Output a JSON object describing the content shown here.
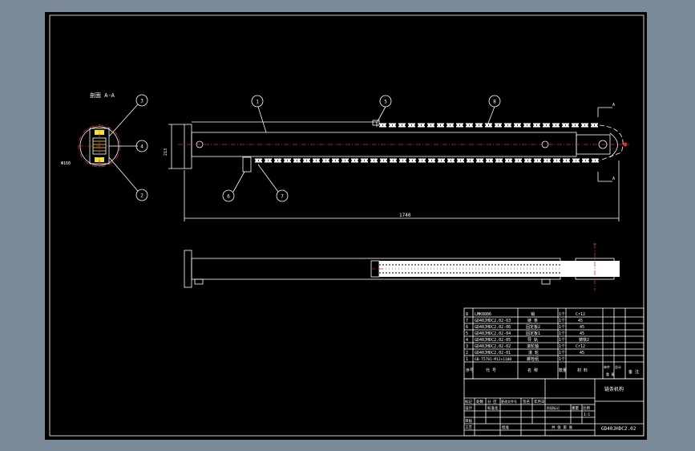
{
  "section_label": "剖面 A-A",
  "section_letter": "A",
  "balloons": [
    "1",
    "2",
    "3",
    "4",
    "5",
    "6",
    "7",
    "8"
  ],
  "dim_length": "1740",
  "dim_height": "213",
  "dim_diameter": "Φ160",
  "bom_rows": [
    {
      "no": "8",
      "code": "LMK8886",
      "name": "销",
      "qty": "1个",
      "material": "Cr12"
    },
    {
      "no": "7",
      "code": "GD40JHDC2.02-03",
      "name": "链 条",
      "qty": "1个",
      "material": "45"
    },
    {
      "no": "6",
      "code": "GD40JHDC2.02-06",
      "name": "固定板2",
      "qty": "1个",
      "material": "45"
    },
    {
      "no": "5",
      "code": "GD40JHDC2.02-04",
      "name": "固定板1",
      "qty": "1个",
      "material": "45"
    },
    {
      "no": "4",
      "code": "GD40JHDC2.02-05",
      "name": "导 轨",
      "qty": "1个",
      "material": "铸铁2"
    },
    {
      "no": "3",
      "code": "GD40JHDC2.02-02",
      "name": "滚轮轴",
      "qty": "1个",
      "material": "Cr12"
    },
    {
      "no": "2",
      "code": "GD40JHDC2.02-01",
      "name": "滚 轮",
      "qty": "1个",
      "material": "45"
    },
    {
      "no": "1",
      "code": "GB-T5781-M12×1100",
      "name": "螺栓组",
      "qty": "1个",
      "material": ""
    }
  ],
  "bom_header": {
    "no": "序号",
    "code": "代 号",
    "name": "名 称",
    "qty": "数量",
    "material": "材 料",
    "unit_weight": "单件",
    "total_weight": "总计",
    "weight": "重 量",
    "remark": "备 注"
  },
  "title_block": {
    "part_name": "链条机构",
    "drawing_no": "GD40JHDC2.02",
    "row_labels": [
      "标记",
      "处数",
      "分 区",
      "更改文件号",
      "签名",
      "年月日"
    ],
    "design_labels": [
      "设计",
      "标准化",
      "阶段标记",
      "重量",
      "比例"
    ],
    "scale": "1:1",
    "sheet": "共 张 第 张",
    "review": "审核",
    "process": "工艺",
    "approve": "批准"
  }
}
